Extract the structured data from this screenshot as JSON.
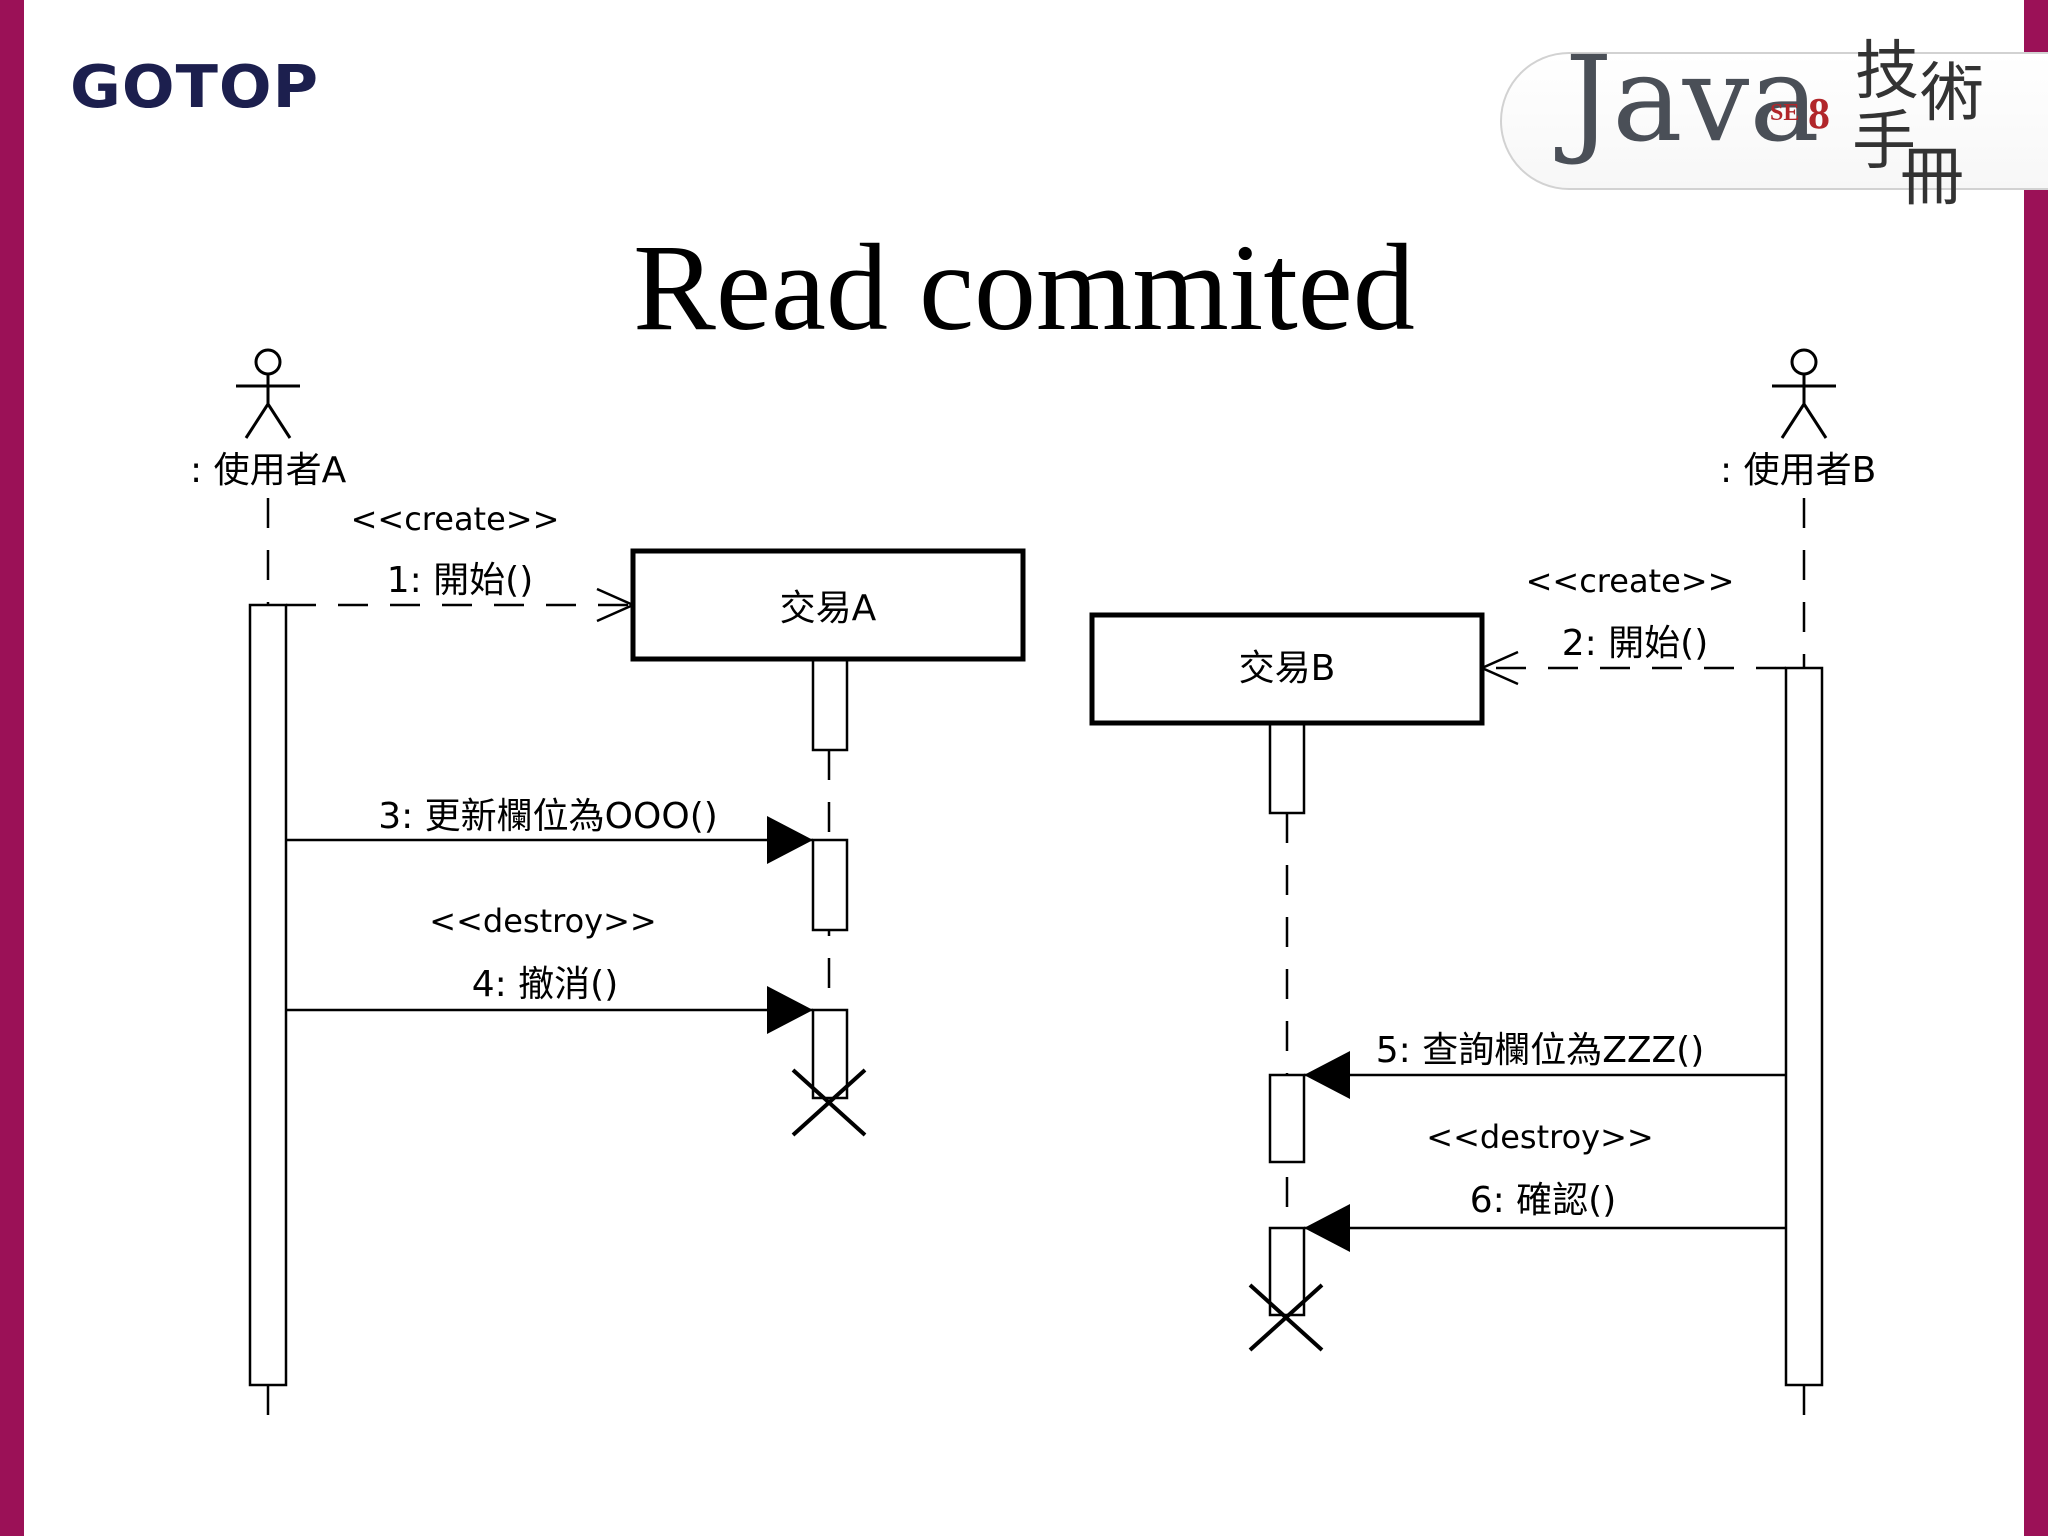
{
  "brand": {
    "logo": "GOTOP",
    "banner_java": "Java",
    "banner_se": "SE",
    "banner_version": "8",
    "banner_chars": [
      "技",
      "術",
      "手",
      "冊"
    ]
  },
  "title": "Read commited",
  "colors": {
    "frame": "#9b1157",
    "logo": "#1c1f4e",
    "version": "#b1262a"
  },
  "diagram": {
    "actors": [
      {
        "label": ": 使用者A"
      },
      {
        "label": ": 使用者B"
      }
    ],
    "objects": [
      {
        "label": "交易A"
      },
      {
        "label": "交易B"
      }
    ],
    "messages": [
      {
        "stereotype": "<<create>>",
        "label": "1: 開始()"
      },
      {
        "stereotype": "<<create>>",
        "label": "2: 開始()"
      },
      {
        "stereotype": "",
        "label": "3: 更新欄位為OOO()"
      },
      {
        "stereotype": "<<destroy>>",
        "label": "4: 撤消()"
      },
      {
        "stereotype": "",
        "label": "5: 查詢欄位為ZZZ()"
      },
      {
        "stereotype": "<<destroy>>",
        "label": "6: 確認()"
      }
    ]
  }
}
